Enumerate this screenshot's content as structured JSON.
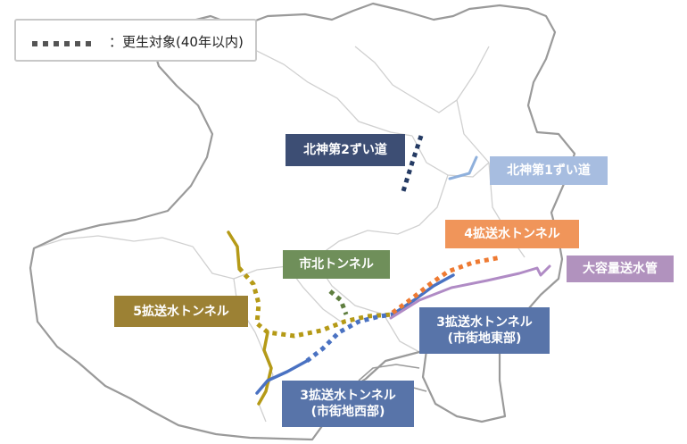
{
  "legend": {
    "label": "：更生対象(40年以内)",
    "swatch_color": "#555555"
  },
  "routes": [
    {
      "id": "hokushin2",
      "name": "北神第2ずい道",
      "sub": "",
      "color": "#3d4e74"
    },
    {
      "id": "hokushin1",
      "name": "北神第1ずい道",
      "sub": "",
      "color": "#a7bde0"
    },
    {
      "id": "kaku4",
      "name": "4拡送水トンネル",
      "sub": "",
      "color": "#f0955a"
    },
    {
      "id": "daiyoryo",
      "name": "大容量送水管",
      "sub": "",
      "color": "#b192be"
    },
    {
      "id": "shihoku",
      "name": "市北トンネル",
      "sub": "",
      "color": "#6f8f5a"
    },
    {
      "id": "kaku5",
      "name": "5拡送水トンネル",
      "sub": "",
      "color": "#9c8134"
    },
    {
      "id": "kaku3east",
      "name": "3拡送水トンネル",
      "sub": "(市街地東部)",
      "color": "#5874a9"
    },
    {
      "id": "kaku3west",
      "name": "3拡送水トンネル",
      "sub": "(市街地西部)",
      "color": "#5874a9"
    }
  ],
  "colors": {
    "outline": "#9a9a9a",
    "ward_border": "#cfcfcf",
    "line_5kaku": "#b59a17",
    "line_3kaku": "#4a72c2",
    "line_4kaku": "#ee7a32",
    "line_daiyoryo": "#b08bc5",
    "line_shihoku": "#5f7e3f",
    "line_hokushin2": "#243a63",
    "line_hokushin1": "#8fb0dc"
  }
}
